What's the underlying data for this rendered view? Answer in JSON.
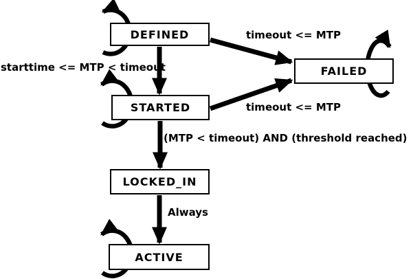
{
  "diagram": {
    "type": "state-machine",
    "background_color": "#ffffff",
    "line_color": "#000000",
    "states": [
      {
        "id": "DEFINED",
        "label": "DEFINED",
        "self_loop": true
      },
      {
        "id": "FAILED",
        "label": "FAILED",
        "self_loop": true
      },
      {
        "id": "STARTED",
        "label": "STARTED",
        "self_loop": true
      },
      {
        "id": "LOCKED_IN",
        "label": "LOCKED_IN",
        "self_loop": false
      },
      {
        "id": "ACTIVE",
        "label": "ACTIVE",
        "self_loop": true
      }
    ],
    "transitions": [
      {
        "from": "DEFINED",
        "to": "STARTED",
        "label": "starttime <= MTP < timeout"
      },
      {
        "from": "DEFINED",
        "to": "FAILED",
        "label": "timeout <= MTP"
      },
      {
        "from": "STARTED",
        "to": "FAILED",
        "label": "timeout <= MTP"
      },
      {
        "from": "STARTED",
        "to": "LOCKED_IN",
        "label": "(MTP < timeout) AND (threshold reached)"
      },
      {
        "from": "LOCKED_IN",
        "to": "ACTIVE",
        "label": "Always"
      }
    ]
  }
}
